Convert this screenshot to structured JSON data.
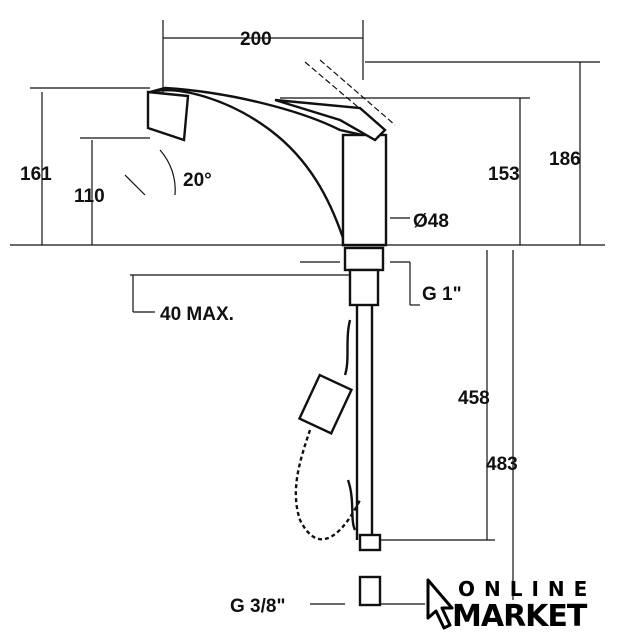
{
  "dimensions": {
    "width_200": "200",
    "height_161": "161",
    "height_110": "110",
    "angle_20": "20°",
    "height_153": "153",
    "height_186": "186",
    "diameter_48": "Ø48",
    "thread_g1": "G 1\"",
    "max_40": "40 MAX.",
    "length_458": "458",
    "length_483": "483",
    "thread_g38": "G 3/8\""
  },
  "logo": {
    "line1": "ONLINE",
    "line2": "MARKET"
  }
}
